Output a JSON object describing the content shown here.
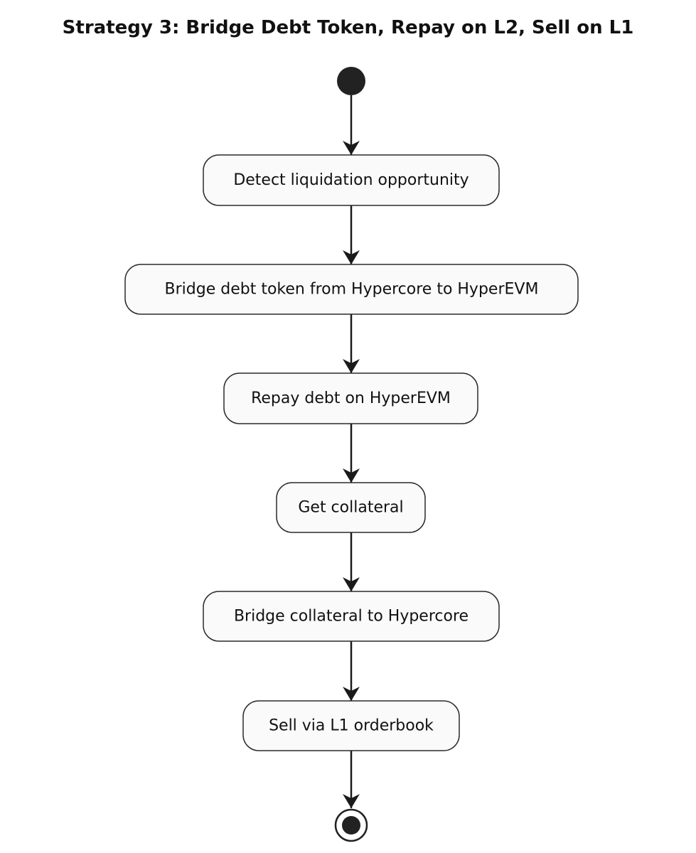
{
  "title": "Strategy 3: Bridge Debt Token, Repay on L2, Sell on L1",
  "colors": {
    "node_fill": "#fafafa",
    "node_stroke": "#2b2b2b",
    "edge": "#1a1a1a",
    "terminal": "#222222"
  },
  "start": {
    "type": "initial"
  },
  "steps": [
    {
      "label": "Detect liquidation opportunity"
    },
    {
      "label": "Bridge debt token from Hypercore to HyperEVM"
    },
    {
      "label": "Repay debt on HyperEVM"
    },
    {
      "label": "Get collateral"
    },
    {
      "label": "Bridge collateral to Hypercore"
    },
    {
      "label": "Sell via L1 orderbook"
    }
  ],
  "end": {
    "type": "final"
  }
}
